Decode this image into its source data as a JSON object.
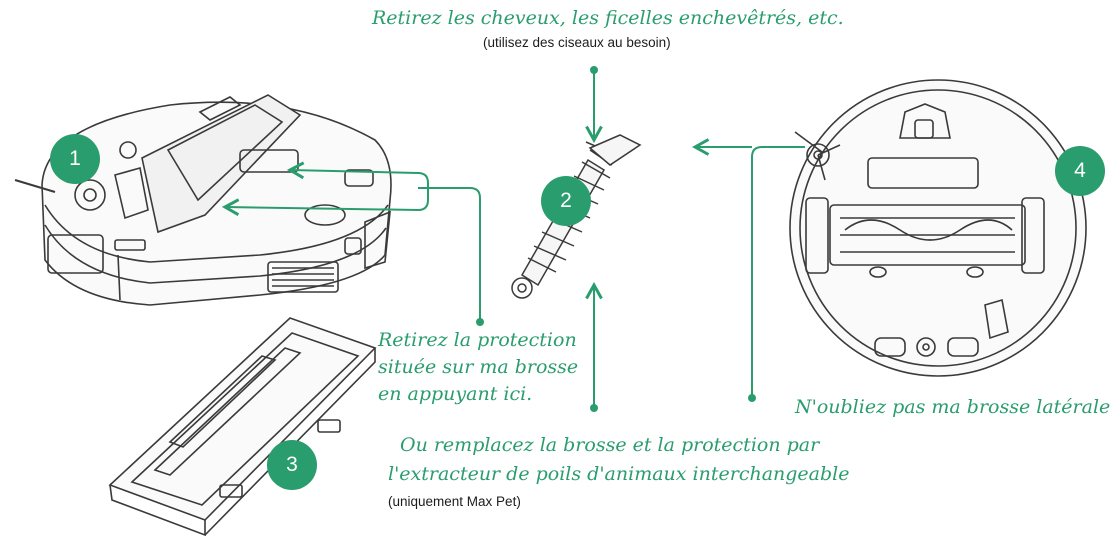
{
  "top_instruction": {
    "main": "Retirez les cheveux, les ficelles enchevêtrés, etc.",
    "sub": "(utilisez des ciseaux au besoin)"
  },
  "left_instruction": {
    "line1": "Retirez la protection",
    "line2": "située sur ma brosse",
    "line3": "en appuyant ici."
  },
  "bottom_instruction": {
    "line1": "Ou remplacez la brosse et la protection par",
    "line2": "l'extracteur de poils d'animaux interchangeable",
    "sub": "(uniquement Max Pet)"
  },
  "right_instruction": "N'oubliez pas ma brosse latérale",
  "steps": [
    "1",
    "2",
    "3",
    "4"
  ],
  "colors": {
    "accent": "#2a9d6e",
    "line": "#3a3a3a",
    "text": "#1c1c1c"
  }
}
